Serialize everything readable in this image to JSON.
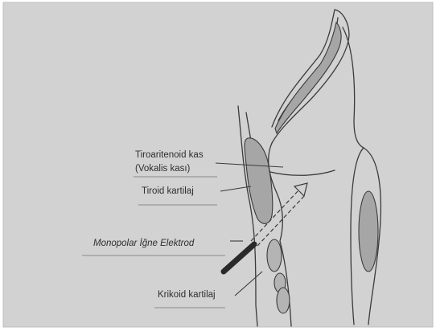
{
  "labels": {
    "tiroaritenoid": "Tiroaritenoid kas",
    "vokalis": "(Vokalis kası)",
    "tiroid": "Tiroid kartilaj",
    "elektrod": "Monopolar İğne Elektrod",
    "krikoid": "Krikoid kartilaj"
  },
  "colors": {
    "background": "#d2d2d2",
    "structure_fill": "#a6a6a6",
    "line": "#3a3a3a",
    "electrode": "#2a2a2a"
  }
}
